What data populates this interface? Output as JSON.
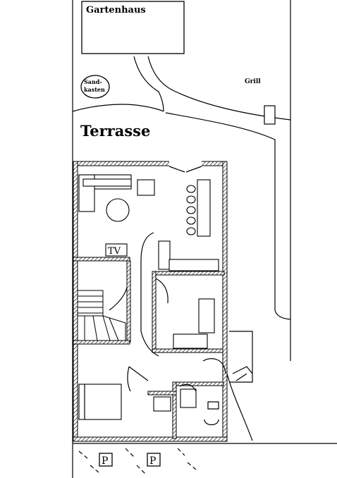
{
  "labels": {
    "gartenhaus": "Gartenhaus",
    "sandkasten_1": "Sand-",
    "sandkasten_2": "kasten",
    "grill": "Grill",
    "terrasse": "Terrasse",
    "tv": "TV",
    "parking_1": "P",
    "parking_2": "P"
  }
}
